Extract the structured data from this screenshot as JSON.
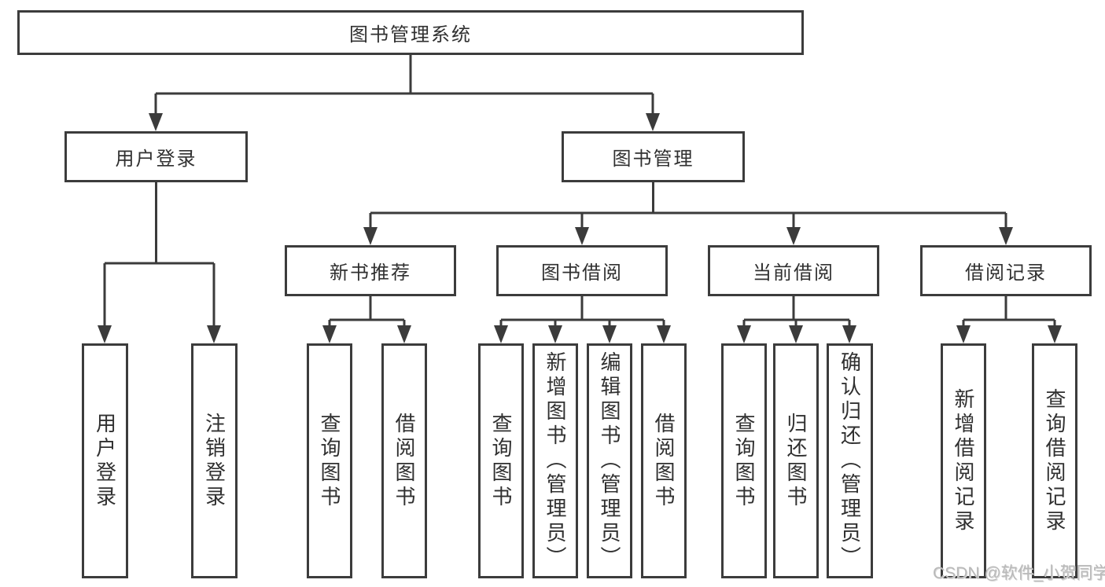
{
  "diagram": {
    "type": "tree",
    "title": "图书管理系统",
    "colors": {
      "line": "#3b3b3b",
      "box_border": "#3c3c3c",
      "text": "#303030",
      "background": "#ffffff",
      "watermark": "#b9b9b9"
    },
    "nodes": {
      "root": {
        "label": "图书管理系统",
        "level": 1
      },
      "user_login": {
        "label": "用户登录",
        "level": 2
      },
      "book_mgmt": {
        "label": "图书管理",
        "level": 2
      },
      "new_book_rec": {
        "label": "新书推荐",
        "level": 3
      },
      "book_borrow": {
        "label": "图书借阅",
        "level": 3
      },
      "current_borrow": {
        "label": "当前借阅",
        "level": 3
      },
      "borrow_records": {
        "label": "借阅记录",
        "level": 3
      },
      "leaf_user_login": {
        "label": "用户登录",
        "level": 4
      },
      "leaf_logout": {
        "label": "注销登录",
        "level": 4
      },
      "leaf_query_books_rec": {
        "label": "查询图书",
        "level": 4
      },
      "leaf_borrow_books_rec": {
        "label": "借阅图书",
        "level": 4
      },
      "leaf_query_books_borrow": {
        "label": "查询图书",
        "level": 4
      },
      "leaf_add_books": {
        "label": "新增图书（管理员）",
        "level": 4
      },
      "leaf_edit_books": {
        "label": "编辑图书（管理员）",
        "level": 4
      },
      "leaf_borrow_books": {
        "label": "借阅图书",
        "level": 4
      },
      "leaf_query_books_cur": {
        "label": "查询图书",
        "level": 4
      },
      "leaf_return_books": {
        "label": "归还图书",
        "level": 4
      },
      "leaf_confirm_return": {
        "label": "确认归还（管理员）",
        "level": 4
      },
      "leaf_add_borrow_record": {
        "label": "新增借阅记录",
        "level": 4
      },
      "leaf_query_borrow_record": {
        "label": "查询借阅记录",
        "level": 4
      }
    },
    "hierarchy": {
      "图书管理系统": {
        "用户登录": [
          "用户登录",
          "注销登录"
        ],
        "图书管理": {
          "新书推荐": [
            "查询图书",
            "借阅图书"
          ],
          "图书借阅": [
            "查询图书",
            "新增图书（管理员）",
            "编辑图书（管理员）",
            "借阅图书"
          ],
          "当前借阅": [
            "查询图书",
            "归还图书",
            "确认归还（管理员）"
          ],
          "借阅记录": [
            "新增借阅记录",
            "查询借阅记录"
          ]
        }
      }
    },
    "watermark": "CSDN @软件_小贺同学"
  }
}
